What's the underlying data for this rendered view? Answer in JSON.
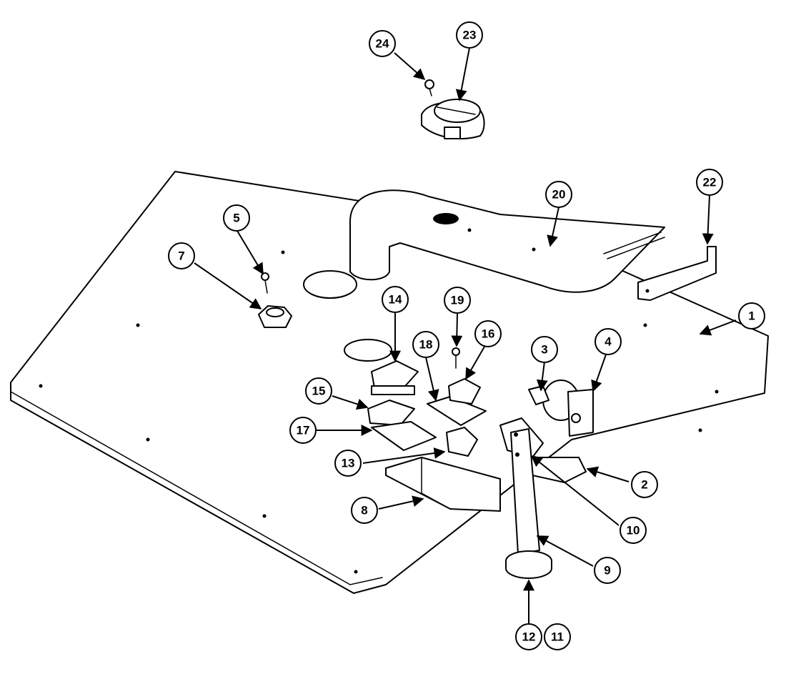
{
  "callouts": [
    {
      "id": "c1",
      "label": "1"
    },
    {
      "id": "c2",
      "label": "2"
    },
    {
      "id": "c3",
      "label": "3"
    },
    {
      "id": "c4",
      "label": "4"
    },
    {
      "id": "c5",
      "label": "5"
    },
    {
      "id": "c7",
      "label": "7"
    },
    {
      "id": "c8",
      "label": "8"
    },
    {
      "id": "c9",
      "label": "9"
    },
    {
      "id": "c10",
      "label": "10"
    },
    {
      "id": "c11",
      "label": "11"
    },
    {
      "id": "c12",
      "label": "12"
    },
    {
      "id": "c13",
      "label": "13"
    },
    {
      "id": "c14",
      "label": "14"
    },
    {
      "id": "c15",
      "label": "15"
    },
    {
      "id": "c16",
      "label": "16"
    },
    {
      "id": "c17",
      "label": "17"
    },
    {
      "id": "c18",
      "label": "18"
    },
    {
      "id": "c19",
      "label": "19"
    },
    {
      "id": "c20",
      "label": "20"
    },
    {
      "id": "c22",
      "label": "22"
    },
    {
      "id": "c23",
      "label": "23"
    },
    {
      "id": "c24",
      "label": "24"
    }
  ]
}
